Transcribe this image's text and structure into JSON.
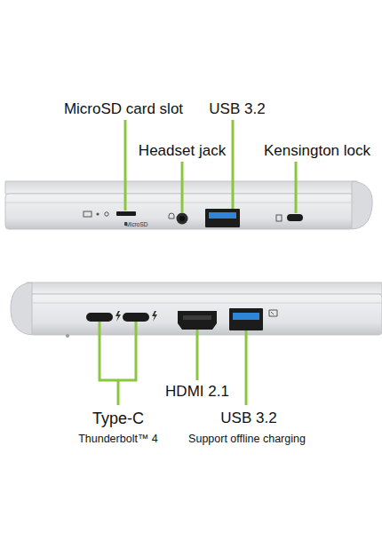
{
  "diagram": {
    "labels": [
      "MicroSD card slot",
      "USB 3.2",
      "Headset jack",
      "Kensington lock",
      "MicroSD",
      "Type-C",
      "Thunderbolt™ 4",
      "HDMI 2.1",
      "USB 3.2",
      "Support offline charging"
    ]
  }
}
